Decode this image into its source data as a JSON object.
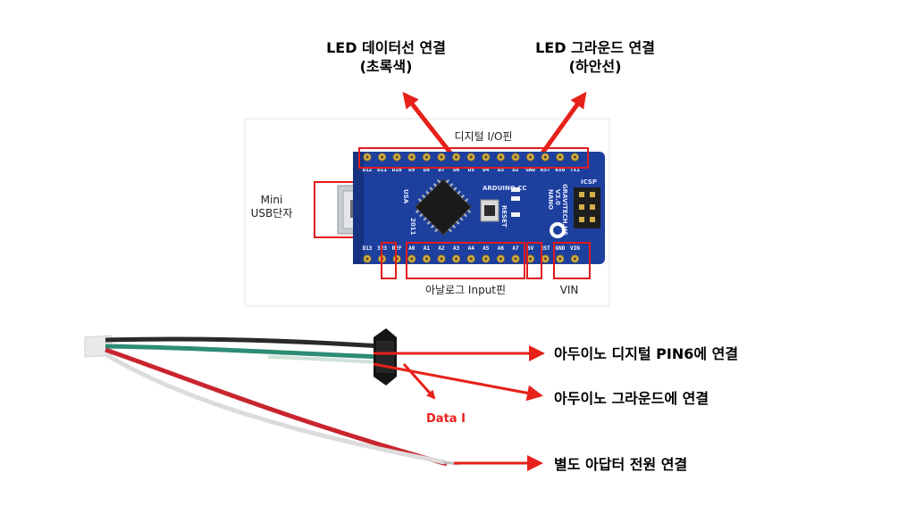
{
  "labels": {
    "led_data_line1": "LED 데이터선 연결",
    "led_data_line2": "(초록색)",
    "led_gnd_line1": "LED 그라운드 연결",
    "led_gnd_line2": "(하안선)",
    "digital_io": "디지털 I/O핀",
    "mini_usb_line1": "Mini",
    "mini_usb_line2": "USB단자",
    "analog_input": "아날로그 Input핀",
    "vin": "VIN",
    "wire_pin6": "아두이노 디지털 PIN6에 연결",
    "wire_gnd": "아두이노 그라운드에 연결",
    "wire_power": "별도 아답터 전원 연결",
    "data_in": "Data I"
  },
  "board": {
    "top_pins": [
      "D12",
      "D11",
      "D10",
      "D9",
      "D8",
      "D7",
      "D6",
      "D5",
      "D4",
      "D3",
      "D2",
      "GND",
      "RST",
      "RX0",
      "TX1"
    ],
    "bottom_pins": [
      "D13",
      "3V3",
      "REF",
      "A0",
      "A1",
      "A2",
      "A3",
      "A4",
      "A5",
      "A6",
      "A7",
      "5V",
      "RST",
      "GND",
      "VIN"
    ],
    "chip_texts": [
      "ARDUINO.CC",
      "NANO",
      "V3.0",
      "GRAVITECH.US",
      "2011",
      "USA",
      "RESET",
      "ICSP"
    ]
  },
  "colors": {
    "arrow": "#e8201a",
    "highlight_box": "#e21b1b",
    "board": "#1d3f9e",
    "wire_black": "#2a2a2a",
    "wire_green": "#2d8c74",
    "wire_red": "#c8252e",
    "wire_white": "#dcdcdc"
  }
}
